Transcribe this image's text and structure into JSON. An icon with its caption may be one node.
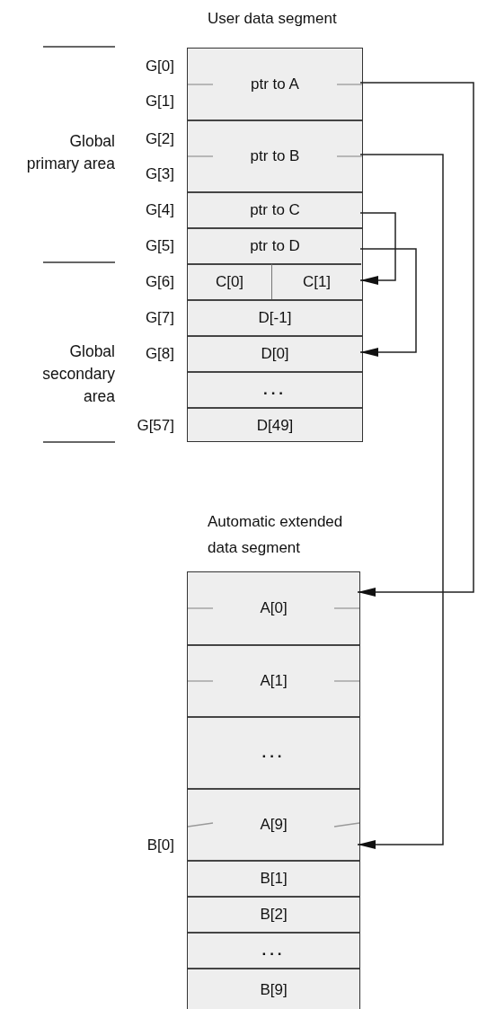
{
  "diagram": {
    "nodes": [
      {
        "text": [
          "User data segment"
        ]
      },
      {
        "text": [
          "ptr to A"
        ],
        "in": 0,
        "beside": [
          "G[0]",
          "G[1]"
        ]
      },
      {
        "text": [
          "ptr to B"
        ],
        "in": 0,
        "beside": [
          "G[2]",
          "G[3]"
        ]
      },
      {
        "text": [
          "ptr to C"
        ],
        "in": 0,
        "beside": [
          "G[4]"
        ]
      },
      {
        "text": [
          "ptr to D"
        ],
        "in": 0,
        "beside": [
          "G[5]"
        ]
      },
      {
        "text": [
          "C[0]"
        ],
        "in": 0,
        "beside": [
          "G[6]"
        ]
      },
      {
        "text": [
          "C[1]"
        ],
        "in": 0
      },
      {
        "text": [
          "D[-1]"
        ],
        "in": 0,
        "beside": [
          "G[7]"
        ]
      },
      {
        "text": [
          "D[0]"
        ],
        "in": 0,
        "beside": [
          "G[8]"
        ]
      },
      {
        "text": [
          "..."
        ],
        "in": 0
      },
      {
        "text": [
          "D[49]"
        ],
        "in": 0,
        "beside": [
          "G[57]"
        ]
      },
      {
        "text": [
          "Automatic extended data segment"
        ]
      },
      {
        "text": [
          "A[0]"
        ],
        "in": 11
      },
      {
        "text": [
          "A[1]"
        ],
        "in": 11
      },
      {
        "text": [
          "..."
        ],
        "in": 11
      },
      {
        "text": [
          "A[9]"
        ],
        "in": 11,
        "beside": [
          "B[0]"
        ]
      },
      {
        "text": [
          "B[1]"
        ],
        "in": 11
      },
      {
        "text": [
          "B[2]"
        ],
        "in": 11
      },
      {
        "text": [
          "..."
        ],
        "in": 11
      },
      {
        "text": [
          "B[9]"
        ],
        "in": 11
      }
    ],
    "edges": [
      {
        "from": 1,
        "to": 12,
        "arrow": "to"
      },
      {
        "from": 2,
        "to": 15,
        "arrow": "to"
      },
      {
        "from": 3,
        "to": 6,
        "arrow": "to"
      },
      {
        "from": 4,
        "to": 8,
        "arrow": "to"
      }
    ],
    "labels": [
      "Global primary area",
      "Global secondary area"
    ]
  }
}
